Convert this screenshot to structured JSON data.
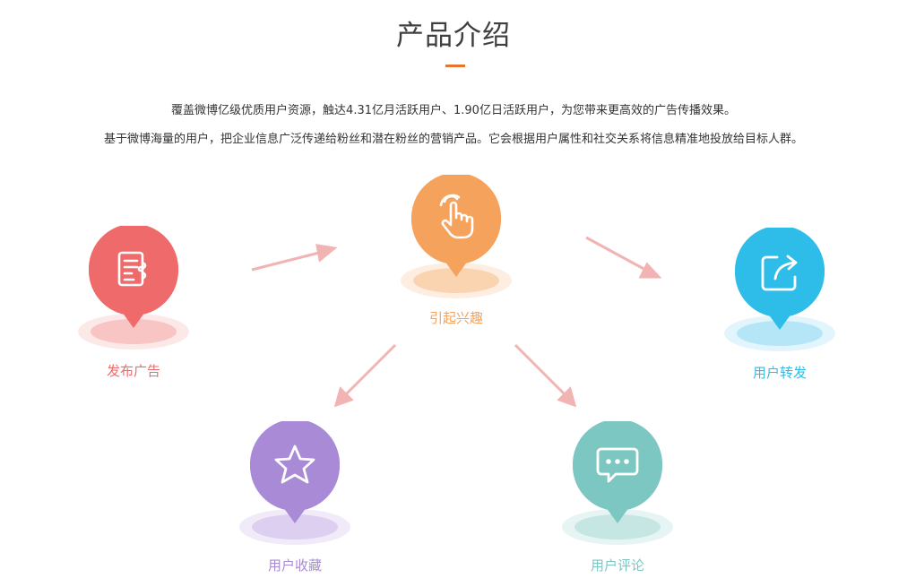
{
  "header": {
    "title": "产品介绍",
    "description_line1": "覆盖微博亿级优质用户资源，触达4.31亿月活跃用户、1.90亿日活跃用户，为您带来更高效的广告传播效果。",
    "description_line2": "基于微博海量的用户，把企业信息广泛传递给粉丝和潜在粉丝的营销产品。它会根据用户属性和社交关系将信息精准地投放给目标人群。"
  },
  "colors": {
    "accent": "#e8732e",
    "arrow": "#f2b3b3",
    "publish": "#ef6b6b",
    "interest": "#f5a25d",
    "share": "#2ebde8",
    "favorite": "#a98ad6",
    "comment": "#7cc7c2"
  },
  "flow": {
    "publish_ad": {
      "label": "发布广告",
      "icon": "document-icon"
    },
    "arouse_interest": {
      "label": "引起兴趣",
      "icon": "pointing-hand-icon"
    },
    "user_share": {
      "label": "用户转发",
      "icon": "share-icon"
    },
    "user_favorite": {
      "label": "用户收藏",
      "icon": "star-icon"
    },
    "user_comment": {
      "label": "用户评论",
      "icon": "chat-bubble-icon"
    }
  }
}
